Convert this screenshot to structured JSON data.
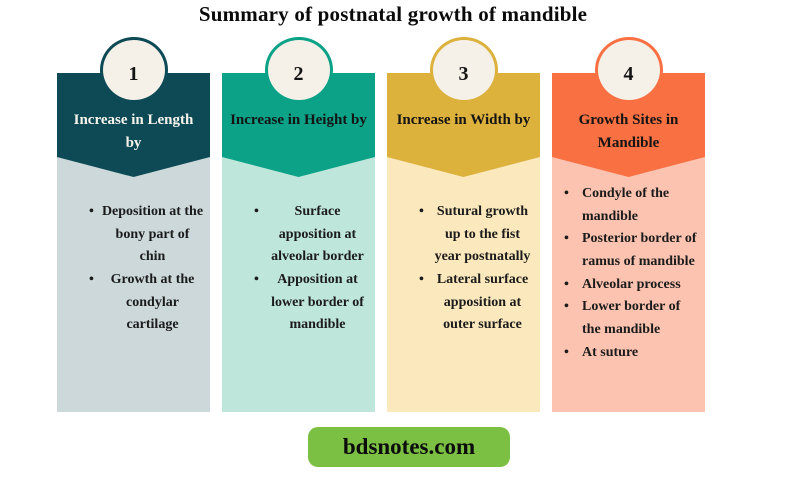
{
  "title": "Summary of postnatal growth of mandible",
  "colors": {
    "page_bg": "#ffffff",
    "circle_fill": "#f5f1e8",
    "body_text": "#1b1b1b",
    "footer_bg": "#7bc043"
  },
  "footer": {
    "label": "bdsnotes.com"
  },
  "columns": [
    {
      "number": "1",
      "heading": "Increase in Length by",
      "items": [
        "Deposition at the bony part of chin",
        "Growth at the condylar cartilage"
      ],
      "colors": {
        "header": "#0d4a56",
        "body": "#ccd8da",
        "heading_text": "#f7f4ec"
      }
    },
    {
      "number": "2",
      "heading": "Increase in Height by",
      "items": [
        "Surface apposition at alveolar border",
        "Apposition at lower border of mandible"
      ],
      "colors": {
        "header": "#0ba287",
        "body": "#bfe6db",
        "heading_text": "#141414"
      }
    },
    {
      "number": "3",
      "heading": "Increase in Width by",
      "items": [
        "Sutural growth up to the fist year postnatally",
        "Lateral surface apposition at outer surface"
      ],
      "colors": {
        "header": "#dcb13c",
        "body": "#fbe8bc",
        "heading_text": "#141414"
      }
    },
    {
      "number": "4",
      "heading": "Growth Sites in Mandible",
      "items": [
        "Condyle of the mandible",
        "Posterior border of ramus of mandible",
        "Alveolar process",
        "Lower border of the mandible",
        "At suture"
      ],
      "colors": {
        "header": "#f97043",
        "body": "#fcc3b0",
        "heading_text": "#141414"
      }
    }
  ]
}
